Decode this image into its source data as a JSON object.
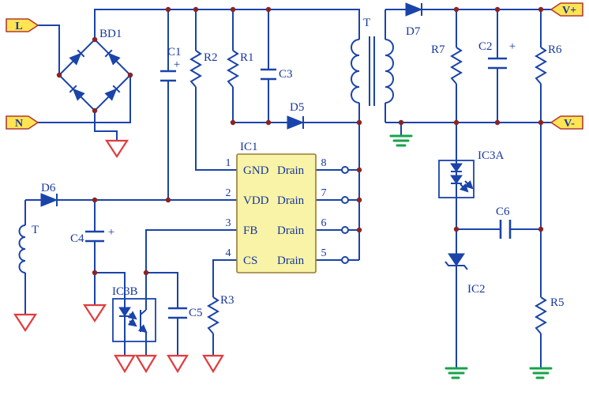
{
  "title": "switching-power-supply-schematic",
  "colors": {
    "wire": "#1a44aa",
    "junction_dot": "#8b2323",
    "ground_red": "#e23b3d",
    "ground_green": "#16a34a",
    "ic_fill": "#f8f3a6",
    "ic_border": "#9a7b33",
    "tag_fill": "#ffe454",
    "tag_border": "#b23a34",
    "label_text": "#17379e"
  },
  "terminals": {
    "l": "L",
    "n": "N",
    "vplus": "V+",
    "vminus": "V-"
  },
  "labels": {
    "bd1": "BD1",
    "c1": "C1",
    "r2": "R2",
    "r1": "R1",
    "c3": "C3",
    "d5": "D5",
    "t_main": "T",
    "d7": "D7",
    "r7": "R7",
    "c2": "C2",
    "r6": "R6",
    "ic3a": "IC3A",
    "c6": "C6",
    "ic2": "IC2",
    "r5": "R5",
    "d6": "D6",
    "t_aux": "T",
    "c4": "C4",
    "ic3b": "IC3B",
    "c5": "C5",
    "r3": "R3",
    "ic1": "IC1",
    "plus": "+"
  },
  "ic1": {
    "label": "IC1",
    "pins_left": [
      {
        "num": "1",
        "name": "GND"
      },
      {
        "num": "2",
        "name": "VDD"
      },
      {
        "num": "3",
        "name": "FB"
      },
      {
        "num": "4",
        "name": "CS"
      }
    ],
    "pins_right": [
      {
        "num": "8",
        "name": "Drain"
      },
      {
        "num": "7",
        "name": "Drain"
      },
      {
        "num": "6",
        "name": "Drain"
      },
      {
        "num": "5",
        "name": "Drain"
      }
    ]
  }
}
